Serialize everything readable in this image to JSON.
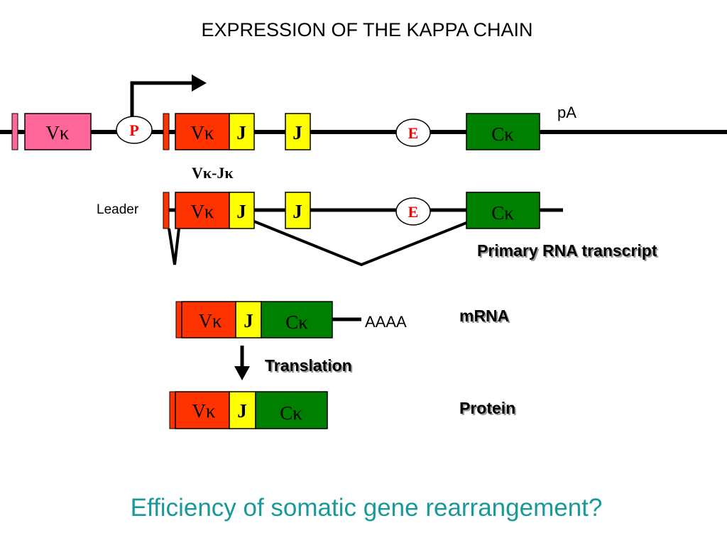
{
  "title": "EXPRESSION OF THE KAPPA CHAIN",
  "labels": {
    "pa": "pA",
    "recombined": "Vκ-Jκ",
    "leader": "Leader",
    "primary_rna": "Primary RNA transcript",
    "mrna": "mRNA",
    "poly_a": "AAAA",
    "translation": "Translation",
    "protein": "Protein"
  },
  "segments": {
    "v": "Vκ",
    "j": "J",
    "c": "Cκ",
    "promoter": "P",
    "enhancer": "E"
  },
  "question": "Efficiency of somatic gene rearrangement?",
  "colors": {
    "v_segment_germline": "#ff6699",
    "v_segment": "#ff3300",
    "j_segment": "#ffff00",
    "c_segment": "#008000",
    "leader": "#ff3300",
    "promoter_text": "#ff0000",
    "enhancer_text": "#ff0000",
    "question_text": "#199999"
  }
}
